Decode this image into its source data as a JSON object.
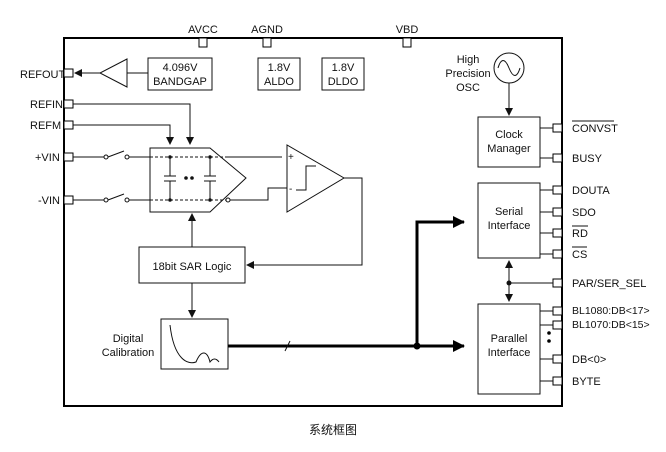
{
  "pins_top": {
    "avcc": "AVCC",
    "agnd": "AGND",
    "vbd": "VBD"
  },
  "pins_left": {
    "refout": "REFOUT",
    "refin": "REFIN",
    "refm": "REFM",
    "vin_p": "+VIN",
    "vin_n": "-VIN"
  },
  "pins_right": {
    "convst": "CONVST",
    "busy": "BUSY",
    "douta": "DOUTA",
    "sdo": "SDO",
    "rd": "RD",
    "cs": "CS",
    "par_ser_sel": "PAR/SER_SEL",
    "bl1080": "BL1080:DB<17>",
    "bl1070": "BL1070:DB<15>",
    "db0": "DB<0>",
    "byte": "BYTE"
  },
  "blocks": {
    "bandgap": [
      "4.096V",
      "BANDGAP"
    ],
    "aldo": [
      "1.8V",
      "ALDO"
    ],
    "dldo": [
      "1.8V",
      "DLDO"
    ],
    "osc": [
      "High",
      "Precision",
      "OSC"
    ],
    "clock_manager": [
      "Clock",
      "Manager"
    ],
    "sar_logic": "18bit SAR Logic",
    "serial_interface": [
      "Serial",
      "Interface"
    ],
    "parallel_interface": [
      "Parallel",
      "Interface"
    ],
    "digital_calibration": [
      "Digital",
      "Calibration"
    ]
  },
  "comparator_inputs": {
    "plus": "+",
    "minus": "-"
  },
  "caption": "系统框图"
}
